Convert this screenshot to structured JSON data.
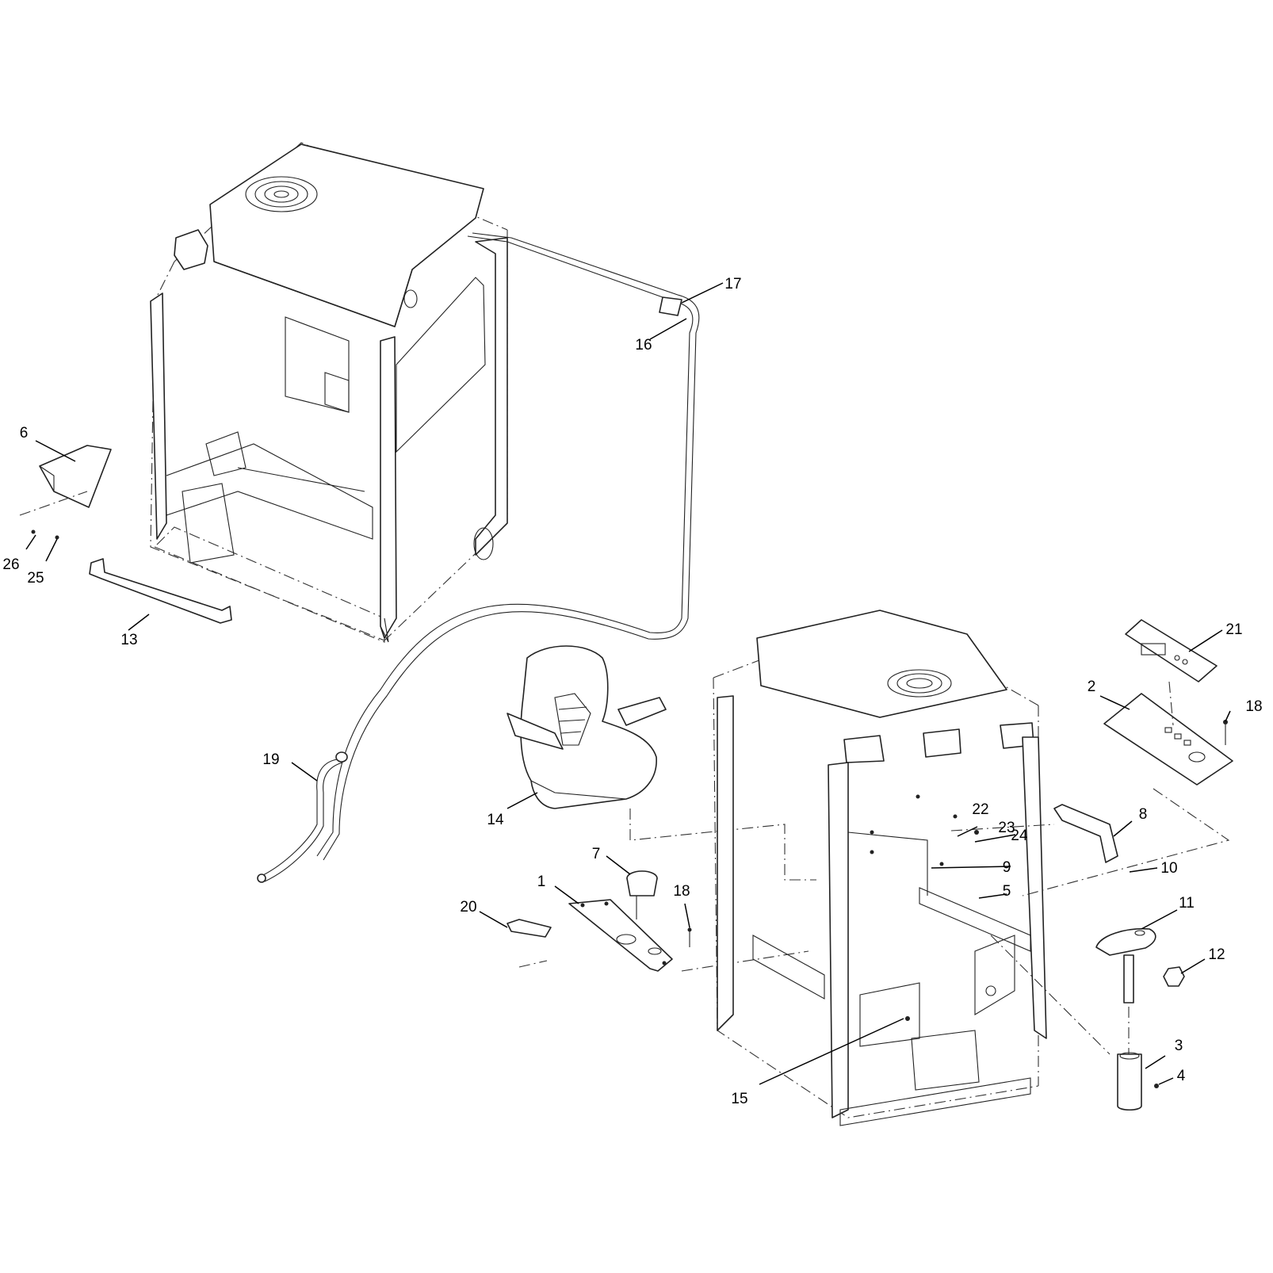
{
  "callouts": [
    "1",
    "2",
    "3",
    "4",
    "5",
    "6",
    "7",
    "8",
    "9",
    "10",
    "11",
    "12",
    "13",
    "14",
    "15",
    "16",
    "17",
    "18",
    "18",
    "19",
    "20",
    "21",
    "22",
    "23",
    "24",
    "25",
    "26"
  ]
}
